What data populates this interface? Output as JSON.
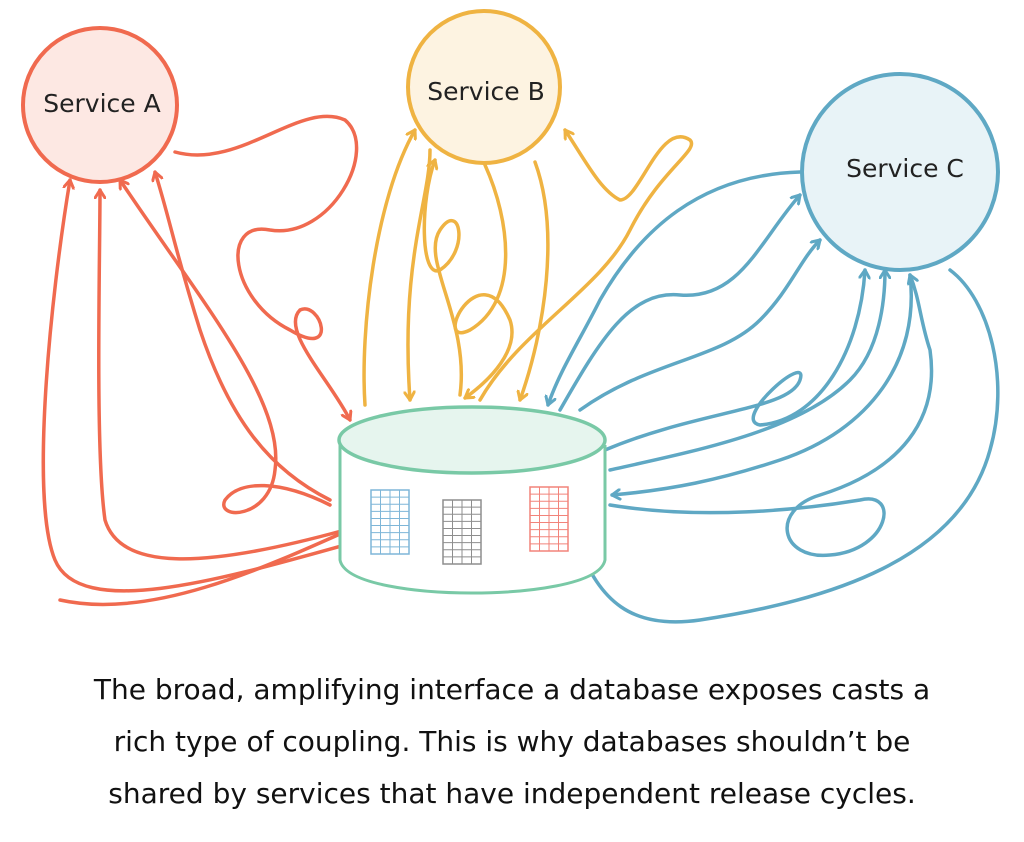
{
  "services": [
    {
      "id": "a",
      "label": "Service A",
      "color": "#f06a4f",
      "fill": "#fde8e3"
    },
    {
      "id": "b",
      "label": "Service B",
      "color": "#efb342",
      "fill": "#fdf3e1"
    },
    {
      "id": "c",
      "label": "Service C",
      "color": "#5fa8c4",
      "fill": "#e8f3f7"
    }
  ],
  "database": {
    "color": "#79c9a6",
    "fill": "#e6f5ee"
  },
  "tables": [
    {
      "id": "blue",
      "color": "#7eb6d8"
    },
    {
      "id": "gray",
      "color": "#8e8e8e"
    },
    {
      "id": "red",
      "color": "#f2837a"
    }
  ],
  "caption": {
    "line1": "The broad, amplifying interface a database exposes casts a",
    "line2": "rich type of coupling. This is why databases shouldn’t be",
    "line3": "shared by services that have independent release cycles."
  }
}
